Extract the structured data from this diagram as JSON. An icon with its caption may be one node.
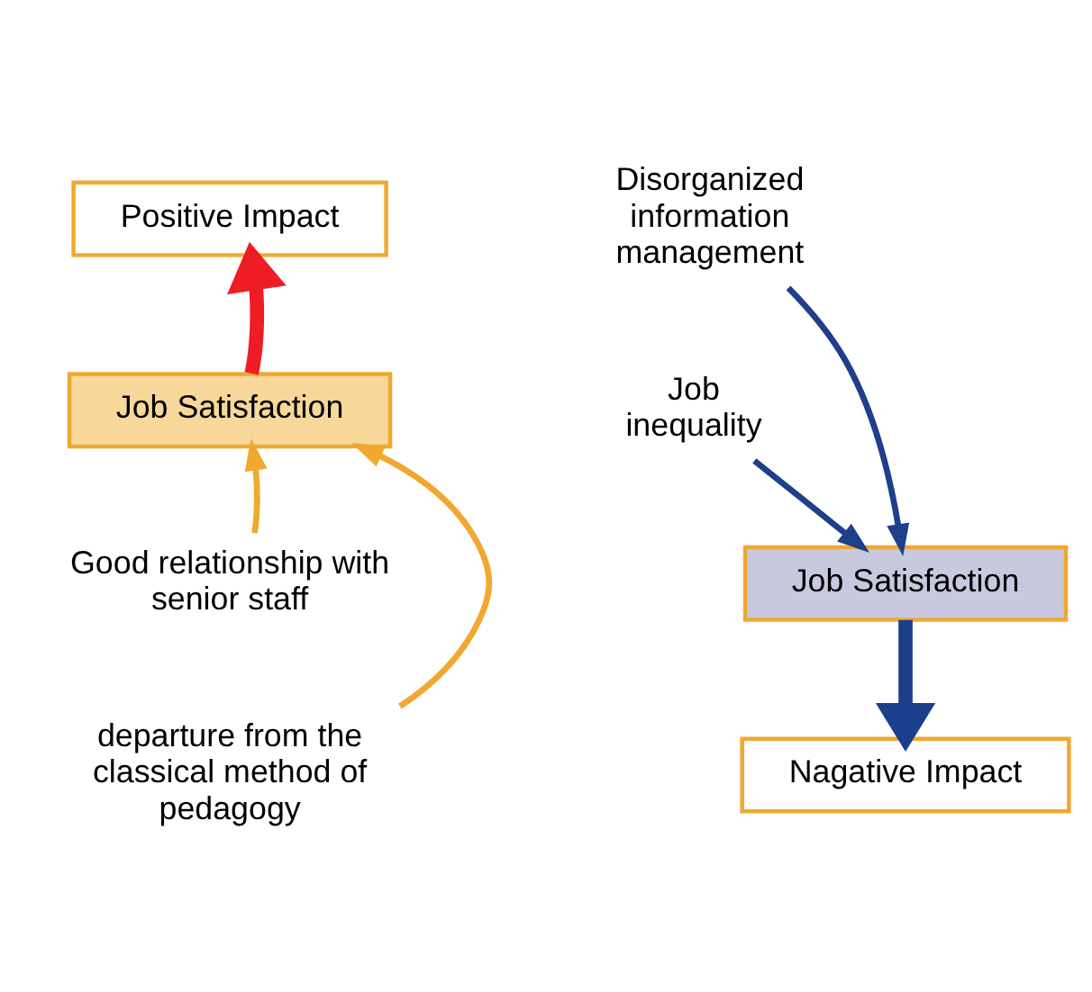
{
  "diagram": {
    "nodes": [
      {
        "text": [
          "Positive Impact"
        ]
      },
      {
        "text": [
          "Job Satisfaction"
        ]
      },
      {
        "text": [
          "Good relationship with senior staff"
        ]
      },
      {
        "text": [
          "departure from the classical method of pedagogy"
        ]
      },
      {
        "text": [
          "Disorganized information management"
        ]
      },
      {
        "text": [
          "Job inequality"
        ]
      },
      {
        "text": [
          "Job Satisfaction"
        ]
      },
      {
        "text": [
          "Nagative Impact"
        ]
      }
    ],
    "edges": [
      {
        "from": 1,
        "to": 0,
        "arrow": "to",
        "style": "thick",
        "color": "#ee1c25"
      },
      {
        "from": 2,
        "to": 1,
        "arrow": "to",
        "color": "#f0a830"
      },
      {
        "from": 3,
        "to": 1,
        "arrow": "to",
        "color": "#f0a830"
      },
      {
        "from": 4,
        "to": 6,
        "arrow": "to",
        "color": "#1f3f8a"
      },
      {
        "from": 5,
        "to": 6,
        "arrow": "to",
        "color": "#1f3f8a"
      },
      {
        "from": 6,
        "to": 7,
        "arrow": "to",
        "style": "thick",
        "color": "#1c3f8c"
      }
    ]
  }
}
